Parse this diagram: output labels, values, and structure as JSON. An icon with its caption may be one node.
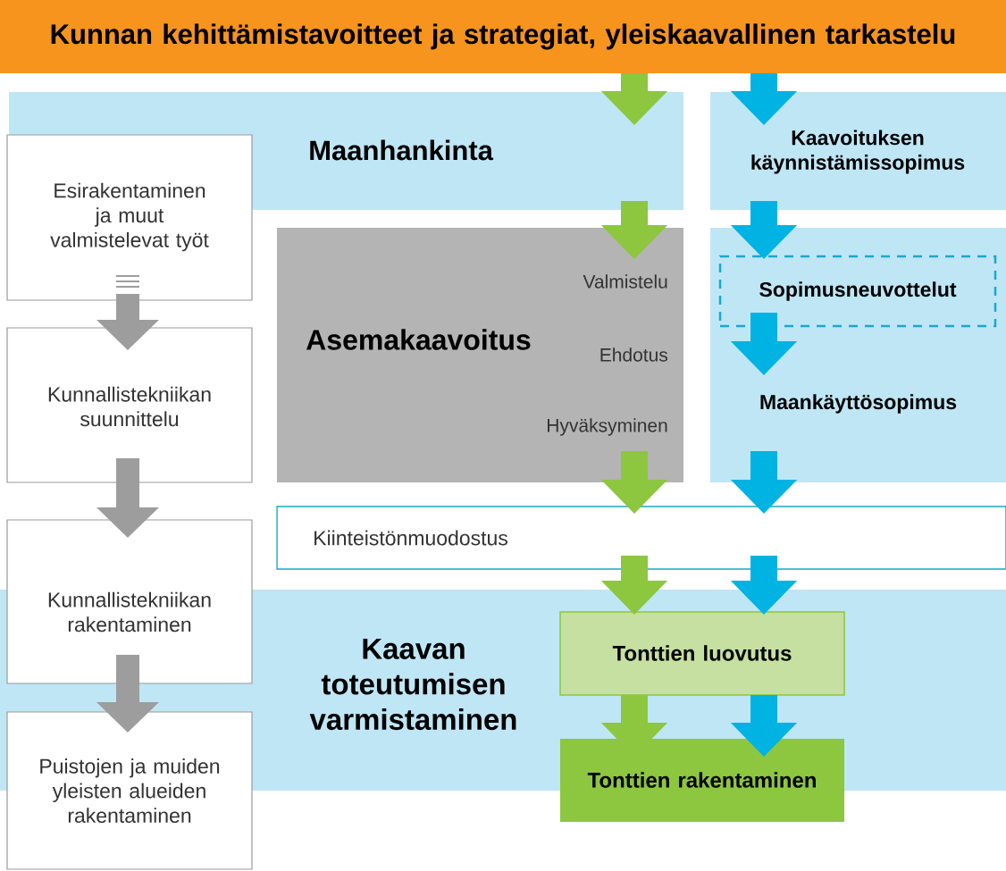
{
  "diagram": {
    "nodes": [
      {
        "text": [
          "Kunnan kehittämistavoitteet ja strategiat, yleiskaavallinen tarkastelu"
        ]
      },
      {
        "text": [
          "Maanhankinta"
        ]
      },
      {
        "text": [
          "Kaavoituksen käynnistämissopimus"
        ]
      },
      {
        "text": [
          "Asemakaavoitus",
          "Valmistelu",
          "Ehdotus",
          "Hyväksyminen"
        ]
      },
      {
        "text": [],
        "shape": "box"
      },
      {
        "text": [
          "Sopimusneuvottelut"
        ],
        "in": 4
      },
      {
        "text": [
          "Maankäyttösopimus"
        ],
        "in": 4
      },
      {
        "text": [
          "Kiinteistönmuodostus"
        ]
      },
      {
        "text": [
          "Kaavan toteutumisen varmistaminen"
        ]
      },
      {
        "text": [
          "Tonttien luovutus"
        ],
        "in": 8
      },
      {
        "text": [
          "Tonttien rakentaminen"
        ]
      },
      {
        "text": [
          "Esirakentaminen ja muut valmistelevat työt"
        ]
      },
      {
        "text": [
          "Kunnallistekniikan suunnittelu"
        ]
      },
      {
        "text": [
          "Kunnallistekniikan rakentaminen"
        ]
      },
      {
        "text": [
          "Puistojen ja muiden yleisten alueiden rakentaminen"
        ]
      }
    ],
    "edges": [
      {
        "from": 0,
        "to": 1,
        "arrow": "to",
        "color": "#8dc63f"
      },
      {
        "from": 0,
        "to": 2,
        "arrow": "to",
        "color": "#00b3e3"
      },
      {
        "from": 1,
        "to": 3,
        "arrow": "to",
        "color": "#8dc63f"
      },
      {
        "from": 2,
        "to": 5,
        "arrow": "to",
        "color": "#00b3e3"
      },
      {
        "from": 5,
        "to": 6,
        "arrow": "to",
        "color": "#00b3e3"
      },
      {
        "from": 3,
        "to": 7,
        "arrow": "to",
        "color": "#8dc63f"
      },
      {
        "from": 6,
        "to": 7,
        "arrow": "to",
        "color": "#00b3e3"
      },
      {
        "from": 7,
        "to": 9,
        "arrow": "to",
        "color": "#8dc63f"
      },
      {
        "from": 7,
        "to": 9,
        "arrow": "to",
        "color": "#00b3e3"
      },
      {
        "from": 9,
        "to": 10,
        "arrow": "to",
        "color": "#8dc63f"
      },
      {
        "from": 9,
        "to": 10,
        "arrow": "to",
        "color": "#00b3e3"
      },
      {
        "from": 11,
        "to": 12,
        "arrow": "to",
        "color": "#9d9d9d"
      },
      {
        "from": 12,
        "to": 13,
        "arrow": "to",
        "color": "#9d9d9d"
      },
      {
        "from": 13,
        "to": 14,
        "arrow": "to",
        "color": "#9d9d9d"
      }
    ]
  }
}
